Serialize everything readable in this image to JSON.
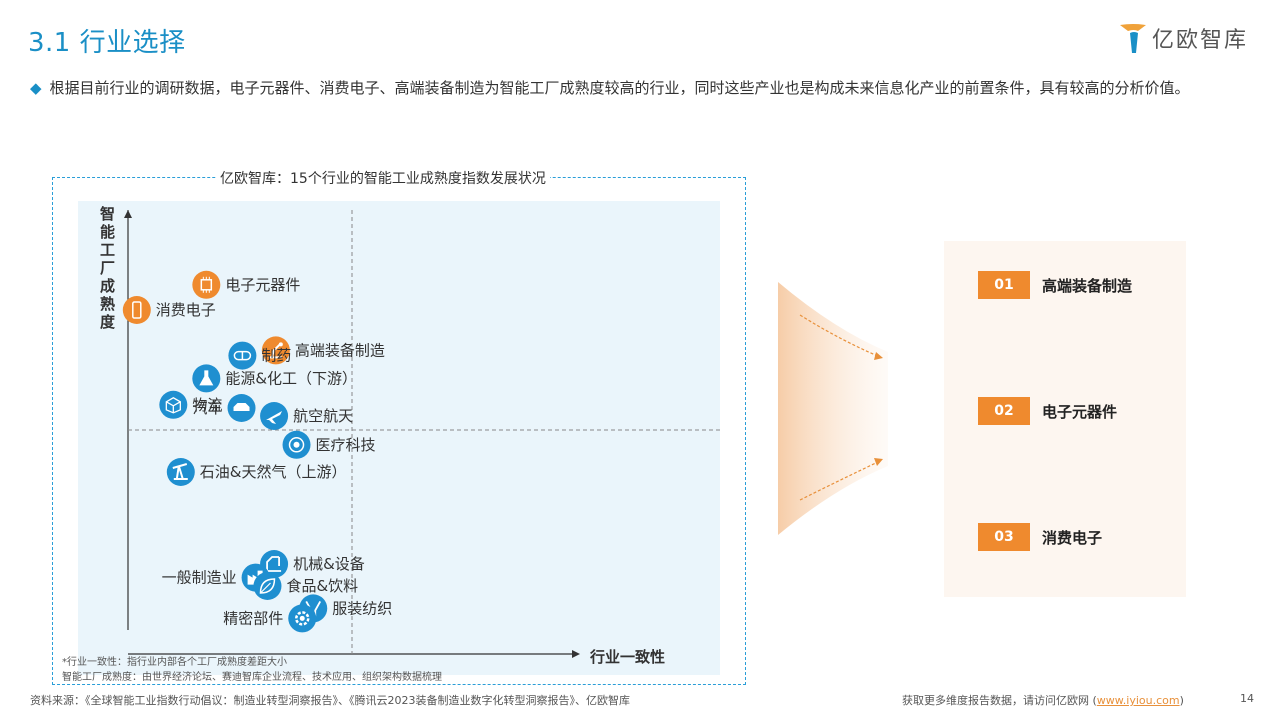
{
  "header": {
    "title": "3.1 行业选择",
    "logo_text": "亿欧智库"
  },
  "intro": {
    "text": "根据目前行业的调研数据，电子元器件、消费电子、高端装备制造为智能工厂成熟度较高的行业，同时这些产业也是构成未来信息化产业的前置条件，具有较高的分析价值。"
  },
  "chart_data": {
    "type": "scatter",
    "title": "亿欧智库：15个行业的智能工业成熟度指数发展状况",
    "xlabel": "行业一致性",
    "ylabel": "智能工厂成熟度",
    "axis_ticks": "none",
    "quadrant_dividers": true,
    "points": [
      {
        "name": "电子元器件",
        "x": 1.78,
        "y": 8.63,
        "icon": "chip-icon"
      },
      {
        "name": "消费电子",
        "x": 0.2,
        "y": 8.0,
        "icon": "phone-icon"
      },
      {
        "name": "高端装备制造",
        "x": 3.36,
        "y": 6.99,
        "icon": "robot-arm-icon"
      },
      {
        "name": "制药",
        "x": 2.6,
        "y": 6.86,
        "icon": "pill-icon"
      },
      {
        "name": "能源&化工（下游）",
        "x": 1.78,
        "y": 6.29,
        "icon": "flask-icon"
      },
      {
        "name": "物流",
        "x": 1.03,
        "y": 5.63,
        "icon": "box-icon"
      },
      {
        "name": "汽车",
        "x": 2.58,
        "y": 5.55,
        "icon": "car-icon"
      },
      {
        "name": "航空航天",
        "x": 3.32,
        "y": 5.35,
        "icon": "plane-icon"
      },
      {
        "name": "医疗科技",
        "x": 3.83,
        "y": 4.63,
        "icon": "mri-icon"
      },
      {
        "name": "石油&天然气（上游）",
        "x": 1.2,
        "y": 3.95,
        "icon": "oil-pump-icon"
      },
      {
        "name": "机械&设备",
        "x": 3.32,
        "y": 1.65,
        "icon": "machinery-icon"
      },
      {
        "name": "一般制造业",
        "x": 2.9,
        "y": 1.31,
        "icon": "factory-icon"
      },
      {
        "name": "食品&饮料",
        "x": 3.17,
        "y": 1.1,
        "icon": "leaf-icon"
      },
      {
        "name": "服装纺织",
        "x": 4.21,
        "y": 0.54,
        "icon": "textile-icon"
      },
      {
        "name": "精密部件",
        "x": 3.96,
        "y": 0.29,
        "icon": "gear-icon"
      }
    ],
    "label_side": {
      "汽车": "left",
      "一般制造业": "left",
      "精密部件": "left"
    },
    "notes": [
      "*行业一致性：指行业内部各个工厂成熟度差距大小",
      "智能工厂成熟度：由世界经济论坛、赛迪智库企业流程、技术应用、组织架构数据梳理"
    ]
  },
  "ranking": {
    "items": [
      {
        "num": "01",
        "label": "高端装备制造"
      },
      {
        "num": "02",
        "label": "电子元器件"
      },
      {
        "num": "03",
        "label": "消费电子"
      }
    ]
  },
  "footer": {
    "source": "资料来源：《全球智能工业指数行动倡议：制造业转型洞察报告》、《腾讯云2023装备制造业数字化转型洞察报告》、亿欧智库",
    "more_prefix": "获取更多维度报告数据，请访问亿欧网 (",
    "link": "www.iyiou.com",
    "more_suffix": ")",
    "page": "14"
  },
  "colors": {
    "accent_blue": "#1a8fc6",
    "icon_blue": "#1f8fd0",
    "icon_orange": "#ef8a2e",
    "rank_orange": "#ef8a2e"
  }
}
